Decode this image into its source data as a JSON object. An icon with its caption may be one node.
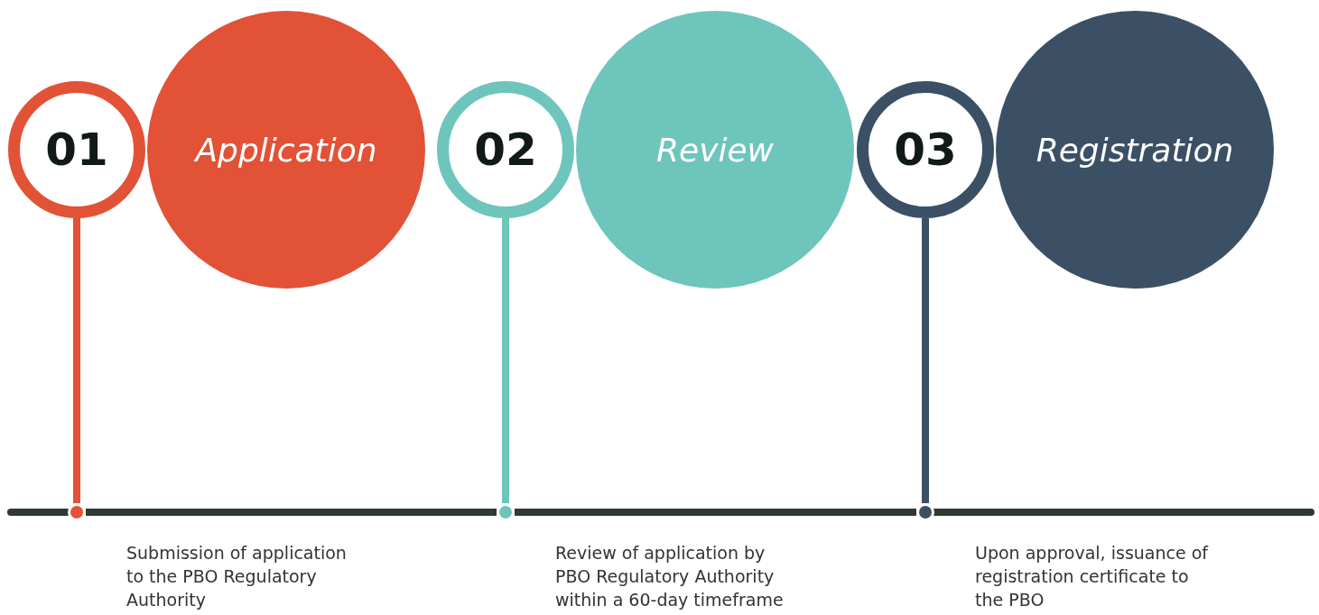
{
  "diagram": {
    "nodes": [
      {
        "text": [
          "01"
        ]
      },
      {
        "text": [
          "Application"
        ]
      },
      {
        "text": [],
        "shape": "circle",
        "beside": [
          "Submission of application to the PBO Regulatory Authority"
        ]
      },
      {
        "text": [
          "02"
        ]
      },
      {
        "text": [
          "Review"
        ]
      },
      {
        "text": [],
        "shape": "circle",
        "beside": [
          "Review of application by PBO Regulatory Authority within a 60-day timeframe"
        ]
      },
      {
        "text": [
          "03"
        ]
      },
      {
        "text": [
          "Registration"
        ]
      },
      {
        "text": [],
        "shape": "circle",
        "beside": [
          "Upon approval, issuance of registration certificate to the PBO"
        ]
      }
    ],
    "edges": [
      {
        "from": 0,
        "to": 2,
        "arrow": "none",
        "color": "#e25236"
      },
      {
        "from": 3,
        "to": 5,
        "arrow": "none",
        "color": "#6ec5bc"
      },
      {
        "from": 6,
        "to": 8,
        "arrow": "none",
        "color": "#3b5064"
      },
      {
        "from": 2,
        "to": 5,
        "arrow": "none",
        "color": "#2f3a33"
      },
      {
        "from": 5,
        "to": 8,
        "arrow": "none",
        "color": "#2f3a33"
      }
    ]
  }
}
